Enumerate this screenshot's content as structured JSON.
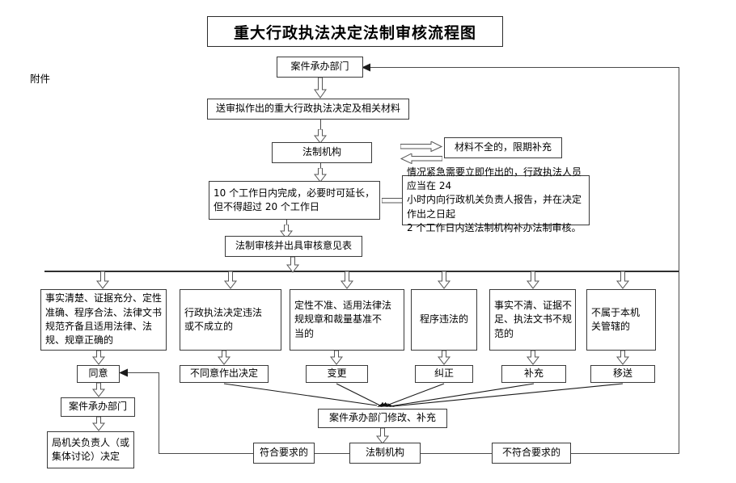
{
  "document": {
    "title": "重大行政执法决定法制审核流程图",
    "attachment_label": "附件"
  },
  "nodes": {
    "case_dept_top": "案件承办部门",
    "submit_materials": "送审拟作出的重大行政执法决定及相关材料",
    "legal_org_1": "法制机构",
    "incomplete_materials": "材料不全的，限期补充",
    "time_limit": "10 个工作日内完成，必要时可延长，\n但不得超过 20 个工作日",
    "urgent_note": "情况紧急需要立即作出的，行政执法人员应当在 24\n小时内向行政机关负责人报告，并在决定作出之日起\n2 个工作日内送法制机构补办法制审核。",
    "review_and_opinion": "法制审核并出具审核意见表",
    "outcome_1": "事实清楚、证据充分、定性\n准确、程序合法、法律文书\n规范齐备且适用法律、法\n规、规章正确的",
    "outcome_2": "行政执法决定违法\n或不成立的",
    "outcome_3": "定性不准、适用法律法\n规规章和裁量基准不\n当的",
    "outcome_4": "程序违法的",
    "outcome_5": "事实不清、证据不\n足、执法文书不规\n范的",
    "outcome_6": "不属于本机\n关管辖的",
    "action_1": "同意",
    "action_2": "不同意作出决定",
    "action_3": "变更",
    "action_4": "纠正",
    "action_5": "补充",
    "action_6": "移送",
    "case_dept_mid": "案件承办部门",
    "bureau_decision": "局机关负责人（或\n集体讨论）决定",
    "dept_modify": "案件承办部门修改、补充",
    "meets_requirement": "符合要求的",
    "legal_org_2": "法制机构",
    "not_meets_requirement": "不符合要求的"
  },
  "colors": {
    "border": "#3a3a3a",
    "line": "#4a4a4a",
    "text": "#000000",
    "background": "#ffffff"
  }
}
